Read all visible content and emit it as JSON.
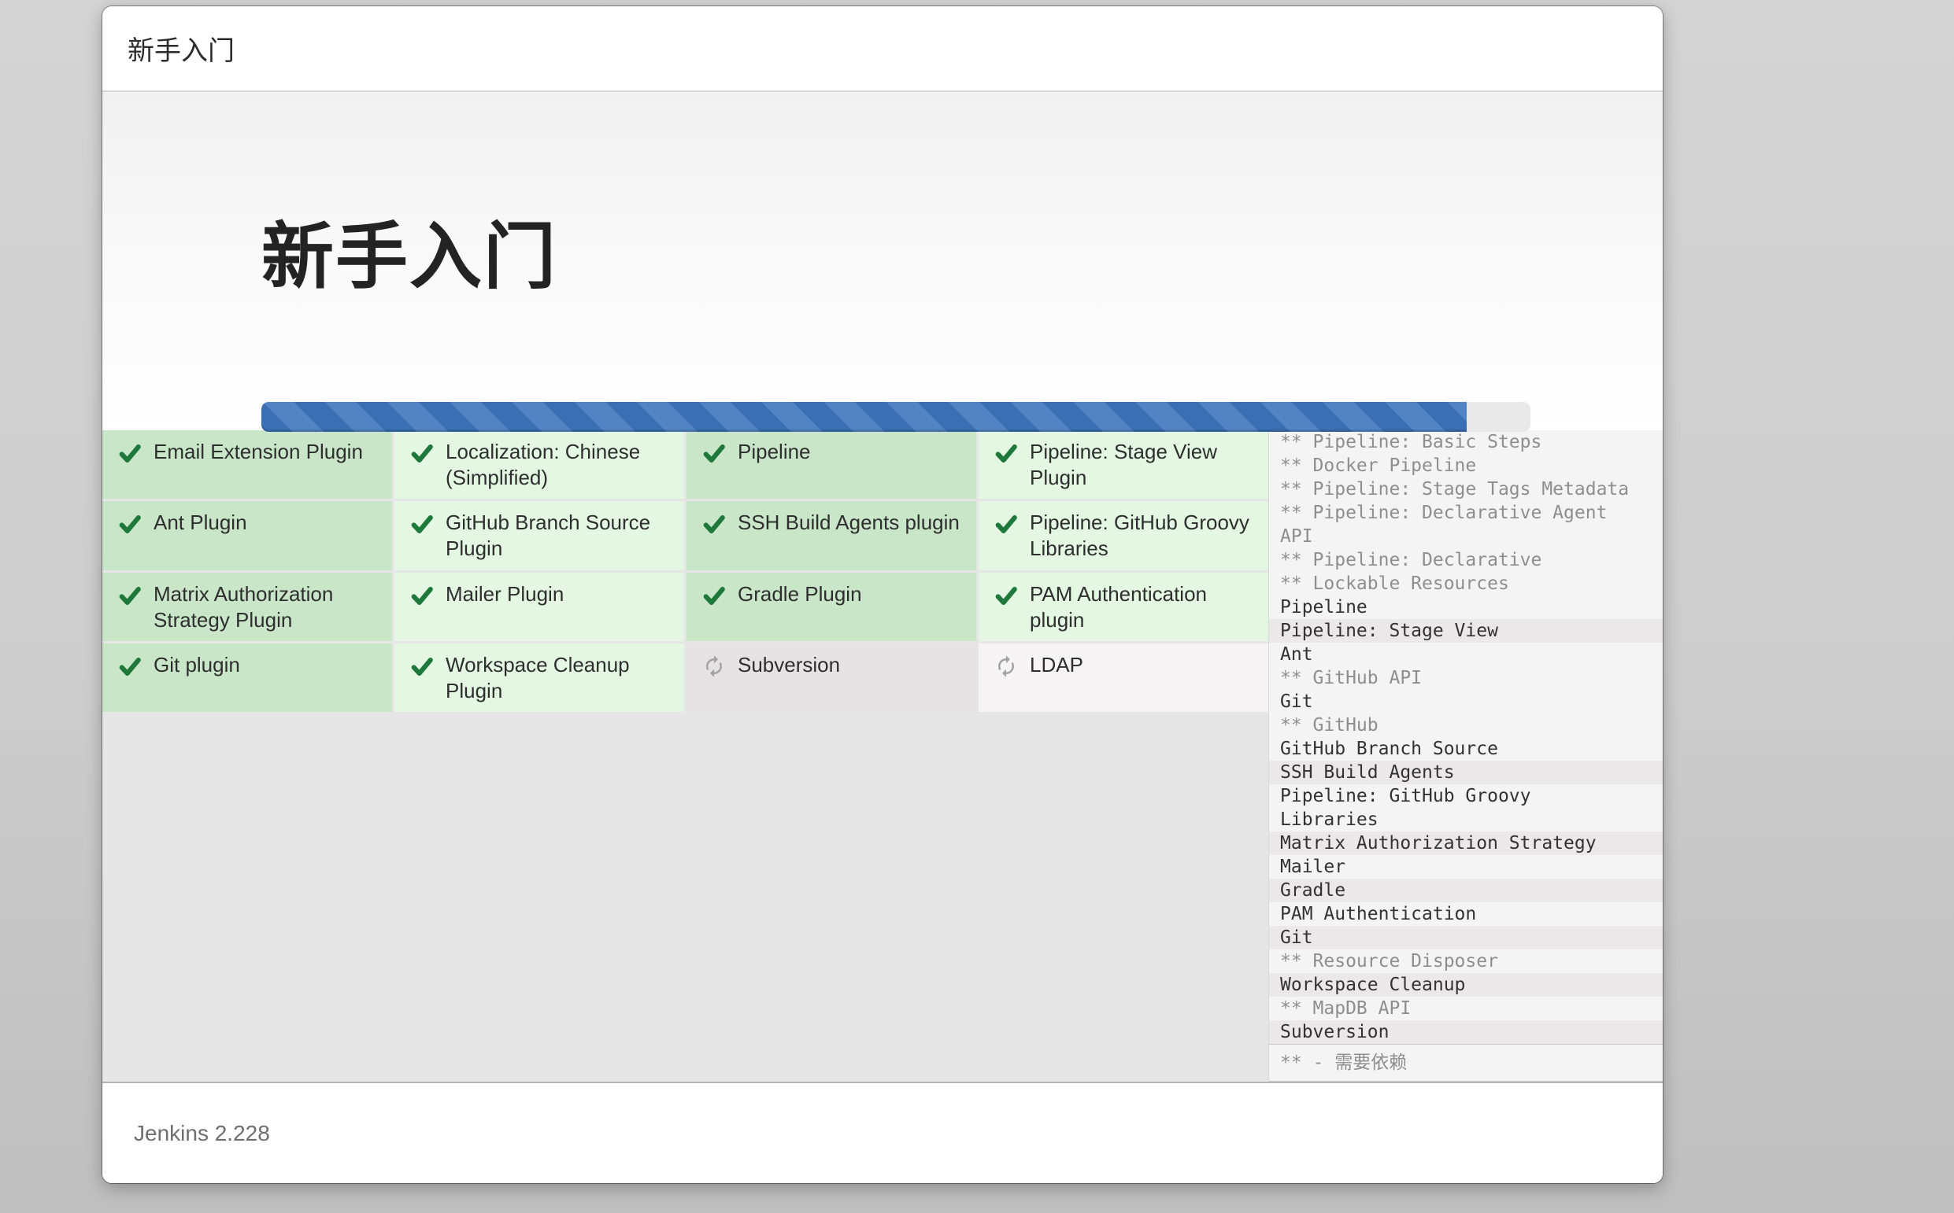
{
  "window": {
    "title": "新手入门"
  },
  "header": {
    "heading": "新手入门",
    "progress_percent": 95
  },
  "colors": {
    "progress_blue_dark": "#3a6fb4",
    "progress_blue_light": "#5284c3",
    "cell_green_dark": "#c9e6c9",
    "cell_green_light": "#e3f7e3",
    "cell_gray_dark": "#e5e3e3",
    "cell_gray_light": "#f6f4f4",
    "check_green": "#1e7839",
    "spinner_gray": "#a3a3a3"
  },
  "plugins": {
    "items": [
      {
        "label": "Email Extension Plugin",
        "state": "done",
        "shade": "dark"
      },
      {
        "label": "Localization: Chinese (Simplified)",
        "state": "done",
        "shade": "light"
      },
      {
        "label": "Pipeline",
        "state": "done",
        "shade": "dark"
      },
      {
        "label": "Pipeline: Stage View Plugin",
        "state": "done",
        "shade": "light"
      },
      {
        "label": "Ant Plugin",
        "state": "done",
        "shade": "dark"
      },
      {
        "label": "GitHub Branch Source Plugin",
        "state": "done",
        "shade": "light"
      },
      {
        "label": "SSH Build Agents plugin",
        "state": "done",
        "shade": "dark"
      },
      {
        "label": "Pipeline: GitHub Groovy Libraries",
        "state": "done",
        "shade": "light"
      },
      {
        "label": "Matrix Authorization Strategy Plugin",
        "state": "done",
        "shade": "dark"
      },
      {
        "label": "Mailer Plugin",
        "state": "done",
        "shade": "light"
      },
      {
        "label": "Gradle Plugin",
        "state": "done",
        "shade": "dark"
      },
      {
        "label": "PAM Authentication plugin",
        "state": "done",
        "shade": "light"
      },
      {
        "label": "Git plugin",
        "state": "done",
        "shade": "dark"
      },
      {
        "label": "Workspace Cleanup Plugin",
        "state": "done",
        "shade": "light"
      },
      {
        "label": "Subversion",
        "state": "pending",
        "shade": "dark"
      },
      {
        "label": "LDAP",
        "state": "pending",
        "shade": "light"
      }
    ]
  },
  "log": {
    "entries": [
      {
        "text": "** Pipeline: Basic Steps",
        "dim": true
      },
      {
        "text": "** Docker Pipeline",
        "dim": true
      },
      {
        "text": "** Pipeline: Stage Tags Metadata",
        "dim": true
      },
      {
        "text": "** Pipeline: Declarative Agent API",
        "dim": true
      },
      {
        "text": "** Pipeline: Declarative",
        "dim": true
      },
      {
        "text": "** Lockable Resources",
        "dim": true
      },
      {
        "text": "Pipeline"
      },
      {
        "text": "Pipeline: Stage View",
        "highlight": true
      },
      {
        "text": "Ant"
      },
      {
        "text": "** GitHub API",
        "dim": true
      },
      {
        "text": "Git"
      },
      {
        "text": "** GitHub",
        "dim": true
      },
      {
        "text": "GitHub Branch Source"
      },
      {
        "text": "SSH Build Agents",
        "highlight": true
      },
      {
        "text": "Pipeline: GitHub Groovy Libraries"
      },
      {
        "text": "Matrix Authorization Strategy",
        "highlight": true
      },
      {
        "text": "Mailer"
      },
      {
        "text": "Gradle",
        "highlight": true
      },
      {
        "text": "PAM Authentication"
      },
      {
        "text": "Git",
        "highlight": true
      },
      {
        "text": "** Resource Disposer",
        "dim": true
      },
      {
        "text": "Workspace Cleanup",
        "highlight": true
      },
      {
        "text": "** MapDB API",
        "dim": true
      },
      {
        "text": "Subversion",
        "highlight": true
      }
    ],
    "legend": "** - 需要依赖"
  },
  "footer": {
    "version_label": "Jenkins 2.228"
  }
}
